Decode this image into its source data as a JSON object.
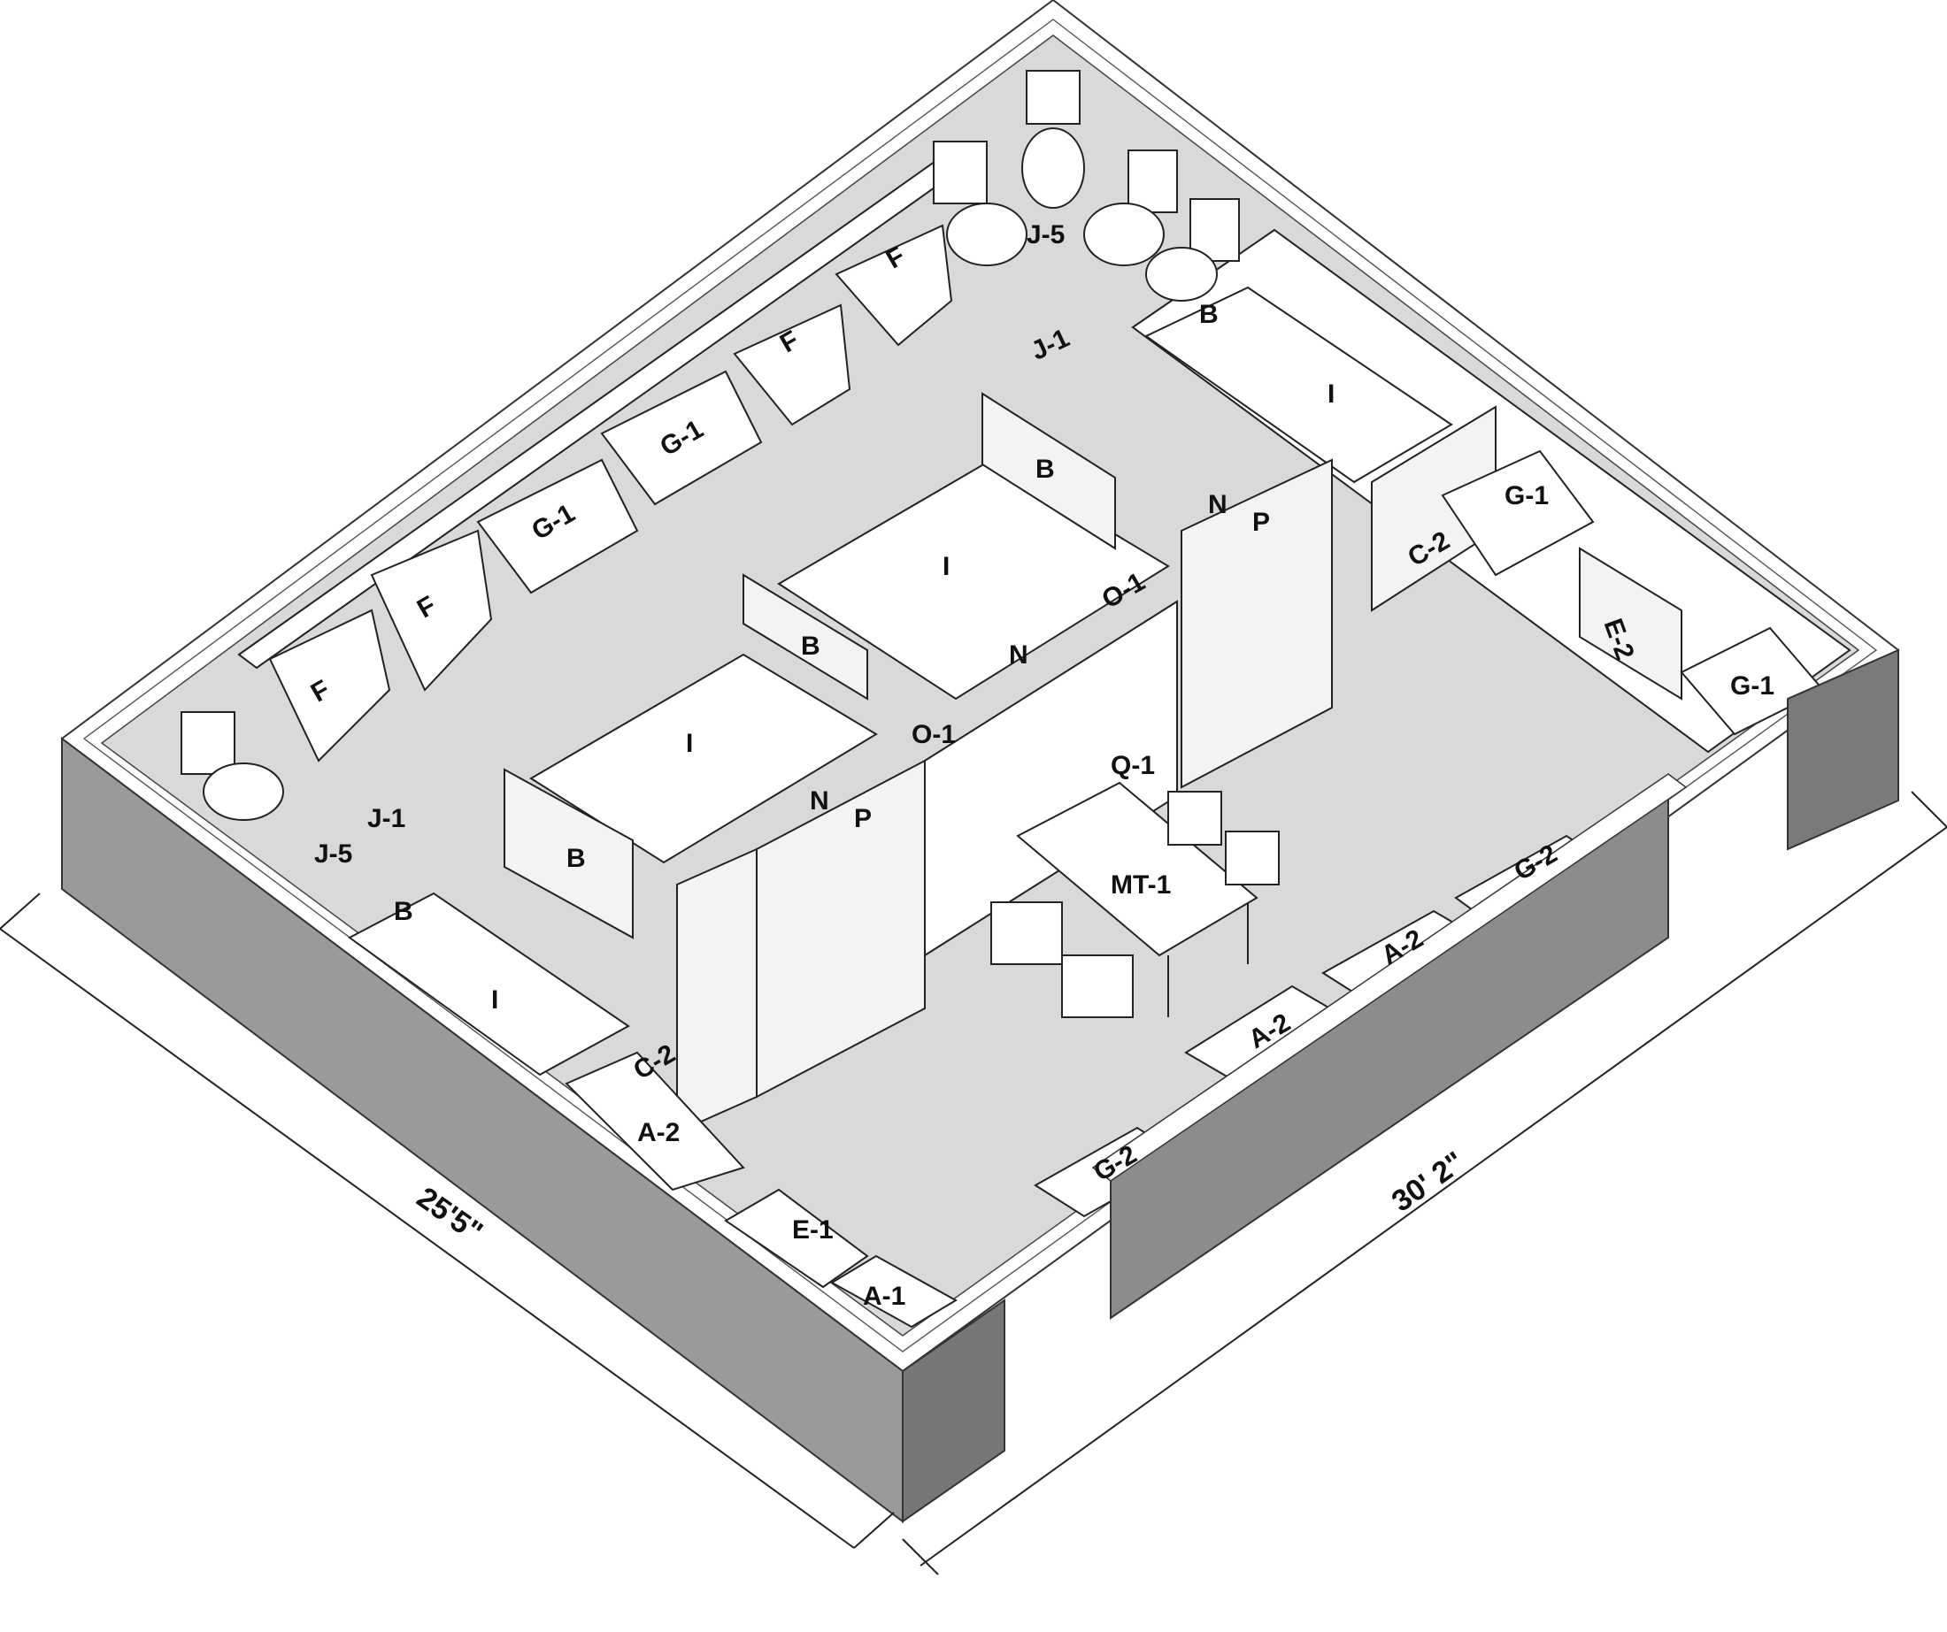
{
  "dimensions": {
    "width_label": "25'5\"",
    "length_label": "30' 2\""
  },
  "labels": {
    "j5_top": "J-5",
    "j1_top": "J-1",
    "b_top_right": "B",
    "i_top_right": "I",
    "f1": "F",
    "f2": "F",
    "f3": "F",
    "f4": "F",
    "g1_back1": "G-1",
    "g1_back2": "G-1",
    "b_center_top": "B",
    "i_center_top": "I",
    "n_top": "N",
    "p_top": "P",
    "o1_top": "O-1",
    "b_center_mid": "B",
    "i_center_low": "I",
    "n_center": "N",
    "o1_center": "O-1",
    "q1": "Q-1",
    "b_left_island": "B",
    "n_front": "N",
    "p_front": "P",
    "mt1": "MT-1",
    "j1_left": "J-1",
    "j5_left": "J-5",
    "b_left": "B",
    "i_left": "I",
    "c2_left": "C-2",
    "a2_left": "A-2",
    "e1": "E-1",
    "a1": "A-1",
    "c2_right": "C-2",
    "g1_right1": "G-1",
    "e2": "E-2",
    "g1_right2": "G-1",
    "g2_front_top": "G-2",
    "a2_front1": "A-2",
    "a2_front2": "A-2",
    "g2_front_low": "G-2"
  },
  "colors": {
    "floor": "#d9d9d9",
    "wall_front": "#9a9a9a",
    "wall_side": "#777777",
    "fixture": "#ffffff"
  }
}
